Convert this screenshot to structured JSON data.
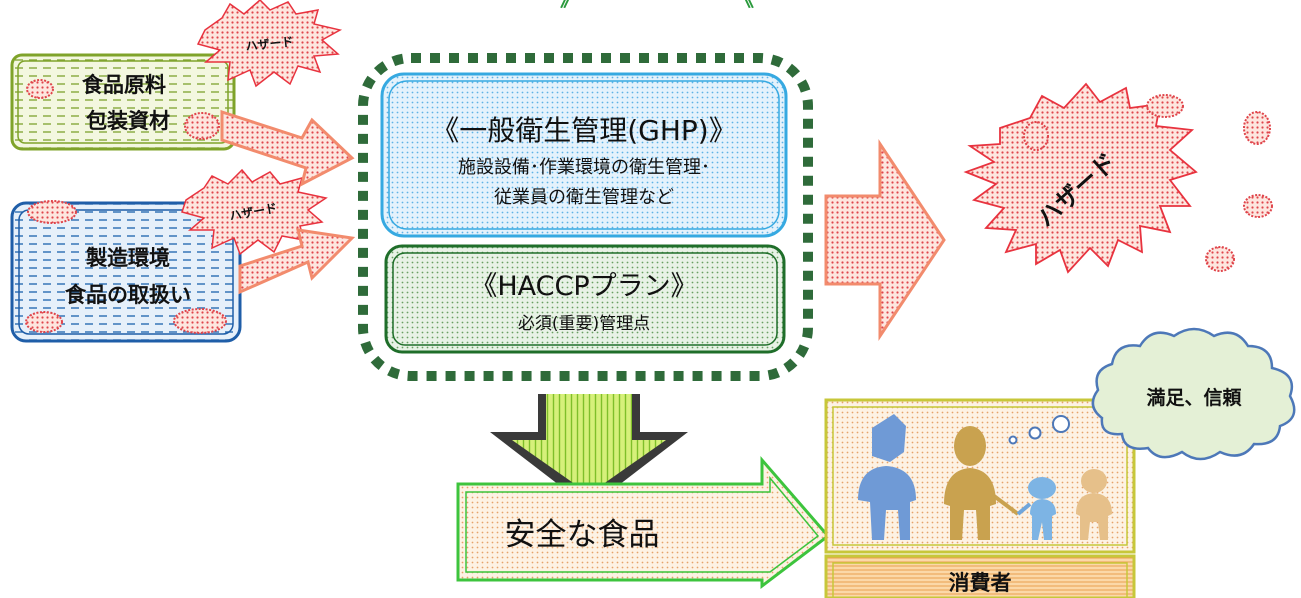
{
  "inputs": {
    "raw_materials": {
      "line1": "食品原料",
      "line2": "包装資材"
    },
    "environment": {
      "line1": "製造環境",
      "line2": "食品の取扱い"
    }
  },
  "hazard_small_label": "ハザード",
  "hazard_big_label": "ハザード",
  "ghp": {
    "title": "《一般衛生管理(GHP)》",
    "line1": "施設設備･作業環境の衛生管理･",
    "line2": "従業員の衛生管理など"
  },
  "haccp": {
    "title": "《HACCPプラン》",
    "sub": "必須(重要)管理点"
  },
  "safe_food": "安全な食品",
  "consumer": {
    "label": "消費者",
    "thought": "満足、信頼"
  },
  "colors": {
    "green_dark": "#2f6b3a",
    "ghp_blue": "#36a9e1",
    "haccp_green": "#1f6e2a",
    "arrow_salmon": "#f28b6d",
    "hazard_red": "#e8333f",
    "safe_green": "#3dc43d",
    "consumer_olive": "#c7c73a",
    "cloud_blue": "#4d78b8"
  }
}
